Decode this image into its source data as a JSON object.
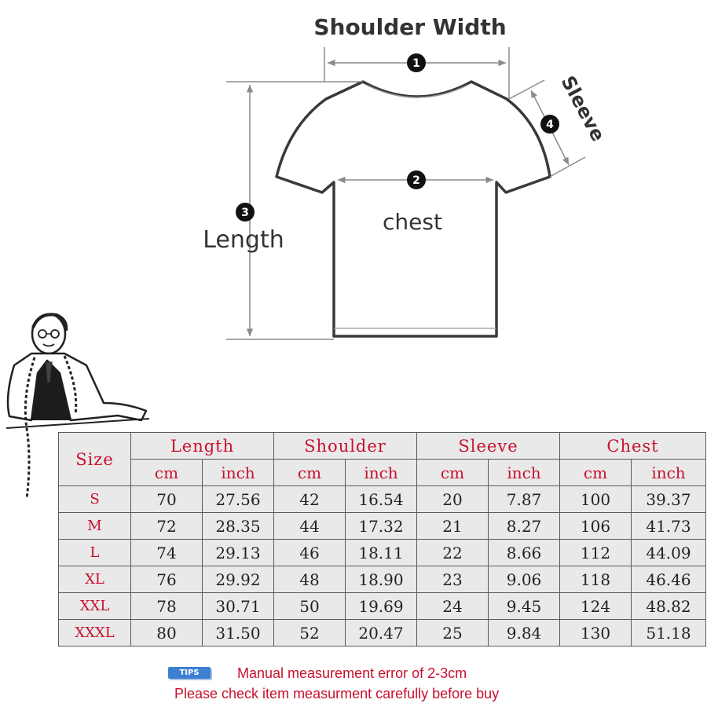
{
  "diagram": {
    "shoulder_label": "Shoulder Width",
    "chest_label": "chest",
    "length_label": "Length",
    "sleeve_label": "Sleeve",
    "markers": [
      "1",
      "2",
      "3",
      "4"
    ]
  },
  "table": {
    "size_header": "Size",
    "group_headers": [
      "Length",
      "Shoulder",
      "Sleeve",
      "Chest"
    ],
    "unit_headers": [
      "cm",
      "inch",
      "cm",
      "inch",
      "cm",
      "inch",
      "cm",
      "inch"
    ],
    "rows": [
      {
        "size": "S",
        "values": [
          "70",
          "27.56",
          "42",
          "16.54",
          "20",
          "7.87",
          "100",
          "39.37"
        ]
      },
      {
        "size": "M",
        "values": [
          "72",
          "28.35",
          "44",
          "17.32",
          "21",
          "8.27",
          "106",
          "41.73"
        ]
      },
      {
        "size": "L",
        "values": [
          "74",
          "29.13",
          "46",
          "18.11",
          "22",
          "8.66",
          "112",
          "44.09"
        ]
      },
      {
        "size": "XL",
        "values": [
          "76",
          "29.92",
          "48",
          "18.90",
          "23",
          "9.06",
          "118",
          "46.46"
        ]
      },
      {
        "size": "XXL",
        "values": [
          "78",
          "30.71",
          "50",
          "19.69",
          "24",
          "9.45",
          "124",
          "48.82"
        ]
      },
      {
        "size": "XXXL",
        "values": [
          "80",
          "31.50",
          "52",
          "20.47",
          "25",
          "9.84",
          "130",
          "51.18"
        ]
      }
    ]
  },
  "tips": {
    "badge": "TIPS",
    "line1": "Manual measurement error of 2-3cm",
    "line2": "Please check item measurment carefully before buy"
  },
  "colors": {
    "accent_red": "#c8102e",
    "table_bg": "#e9e9e9",
    "tips_blue": "#3d7fd0"
  }
}
